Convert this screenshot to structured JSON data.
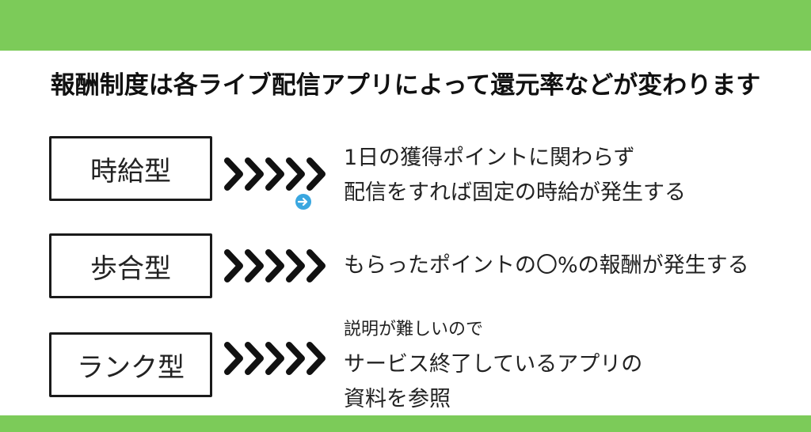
{
  "headline": "報酬制度は各ライブ配信アプリによって還元率などが変わります",
  "rows": [
    {
      "label": "時給型",
      "lines": [
        "1日の獲得ポイントに関わらず",
        "配信をすれば固定の時給が発生する"
      ]
    },
    {
      "label": "歩合型",
      "lines": [
        "もらったポイントの〇%の報酬が発生する"
      ]
    },
    {
      "label": "ランク型",
      "lines": [
        "説明が難しいので",
        "サービス終了しているアプリの",
        "資料を参照"
      ]
    }
  ],
  "icons": {
    "arrow": "chevron-right-icon",
    "cursor": "cursor-arrow-icon"
  },
  "colors": {
    "band": "#7ccb59",
    "text": "#222222",
    "cursor": "#3aa7e0"
  }
}
